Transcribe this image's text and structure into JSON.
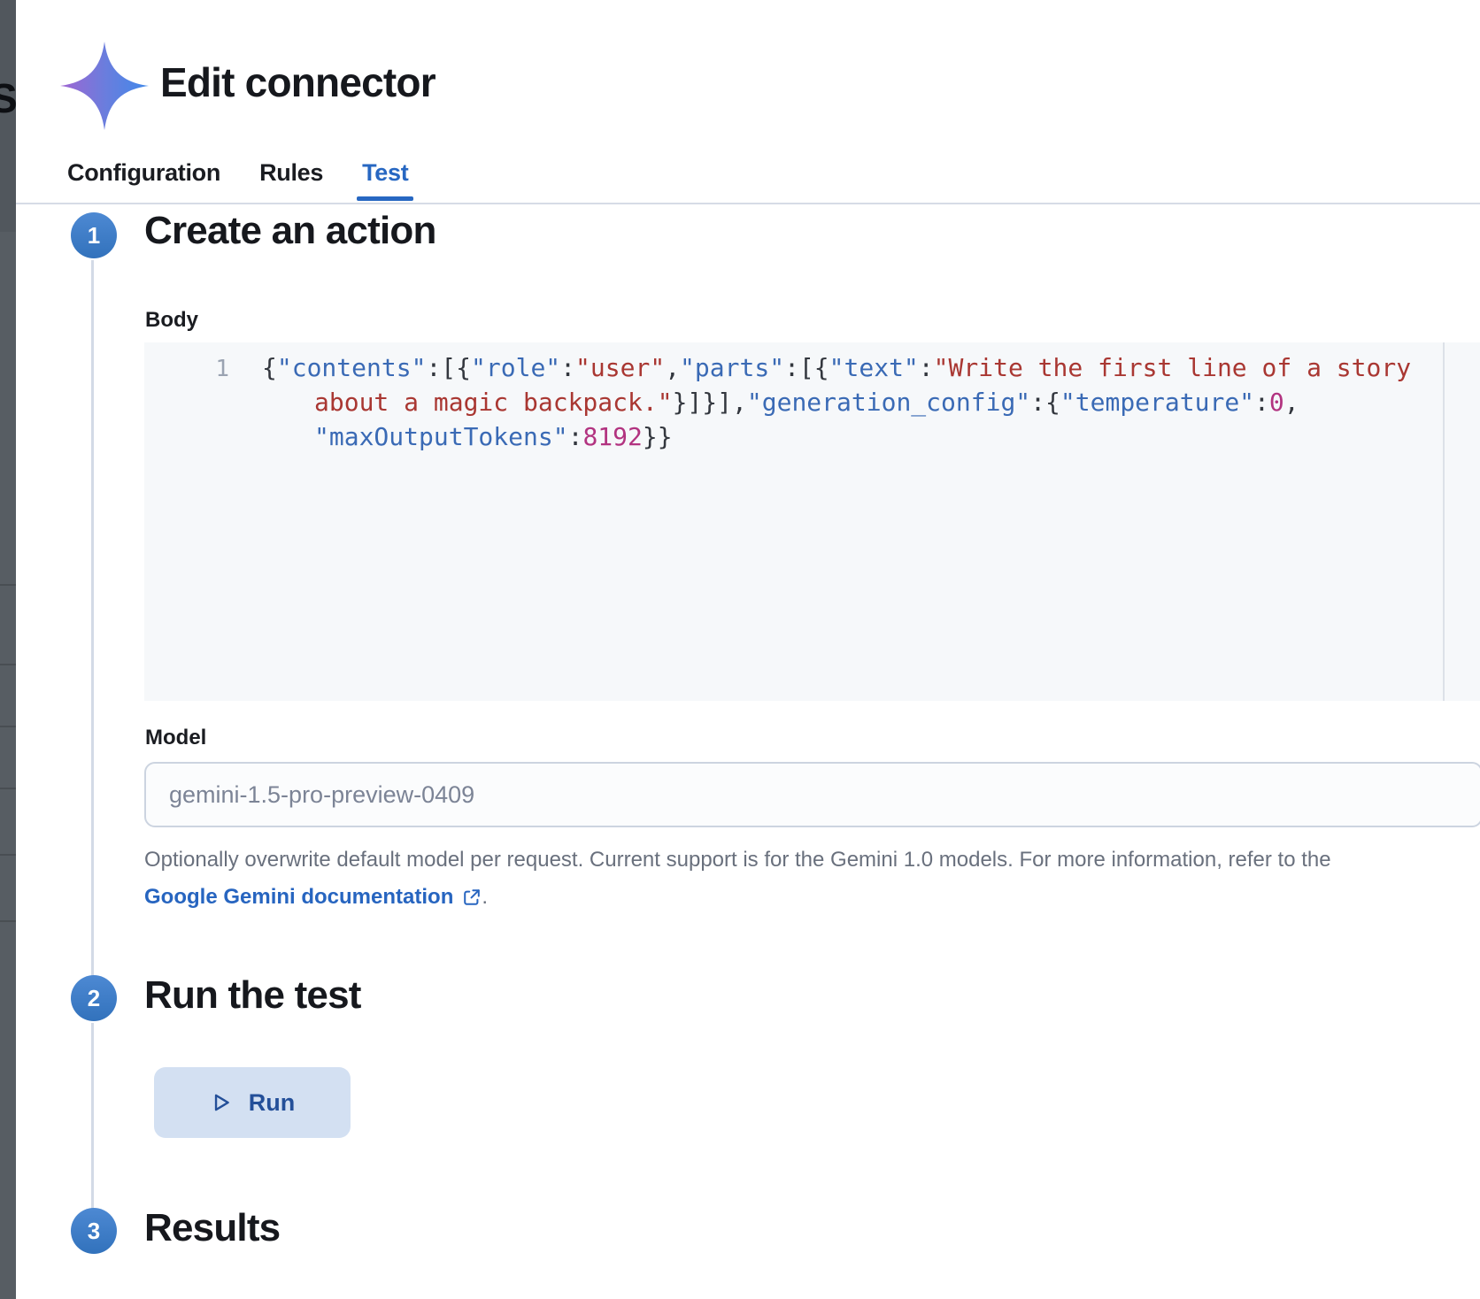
{
  "underlay": {
    "background_letter": "S"
  },
  "header": {
    "title": "Edit connector",
    "logo_icon": "gemini-sparkle-icon"
  },
  "tabs": [
    {
      "label": "Configuration",
      "active": false
    },
    {
      "label": "Rules",
      "active": false
    },
    {
      "label": "Test",
      "active": true
    }
  ],
  "steps": [
    {
      "number": "1",
      "title": "Create an action"
    },
    {
      "number": "2",
      "title": "Run the test"
    },
    {
      "number": "3",
      "title": "Results"
    }
  ],
  "body_editor": {
    "label": "Body",
    "line_number": "1",
    "code_raw": "{\"contents\":[{\"role\":\"user\",\"parts\":[{\"text\":\"Write the first line of a story about a magic backpack.\"}]}],\"generation_config\":{\"temperature\":0,\"maxOutputTokens\":8192}}",
    "lines": [
      {
        "indent": false,
        "tokens": [
          {
            "t": "{",
            "c": "punct"
          },
          {
            "t": "\"contents\"",
            "c": "key"
          },
          {
            "t": ":[{",
            "c": "punct"
          },
          {
            "t": "\"role\"",
            "c": "key"
          },
          {
            "t": ":",
            "c": "punct"
          },
          {
            "t": "\"user\"",
            "c": "str"
          },
          {
            "t": ",",
            "c": "punct"
          },
          {
            "t": "\"parts\"",
            "c": "key"
          },
          {
            "t": ":[{",
            "c": "punct"
          },
          {
            "t": "\"text\"",
            "c": "key"
          },
          {
            "t": ":",
            "c": "punct"
          },
          {
            "t": "\"Write the first line of a story",
            "c": "str"
          }
        ]
      },
      {
        "indent": true,
        "tokens": [
          {
            "t": "about a magic backpack.\"",
            "c": "str"
          },
          {
            "t": "}]}],",
            "c": "punct"
          },
          {
            "t": "\"generation_config\"",
            "c": "key"
          },
          {
            "t": ":{",
            "c": "punct"
          },
          {
            "t": "\"temperature\"",
            "c": "key"
          },
          {
            "t": ":",
            "c": "punct"
          },
          {
            "t": "0",
            "c": "num"
          },
          {
            "t": ",",
            "c": "punct"
          }
        ]
      },
      {
        "indent": true,
        "tokens": [
          {
            "t": "\"maxOutputTokens\"",
            "c": "key"
          },
          {
            "t": ":",
            "c": "punct"
          },
          {
            "t": "8192",
            "c": "num"
          },
          {
            "t": "}}",
            "c": "punct"
          }
        ]
      }
    ]
  },
  "model_field": {
    "label": "Model",
    "placeholder": "gemini-1.5-pro-preview-0409"
  },
  "help": {
    "line1": "Optionally overwrite default model per request. Current support is for the Gemini 1.0 models. For more information, refer to the",
    "link_label": "Google Gemini documentation",
    "link_icon": "popout-external-link-icon",
    "suffix": "."
  },
  "run": {
    "button_label": "Run",
    "button_icon": "play-icon"
  },
  "colors": {
    "primary_accent": "#2767c2",
    "step_circle_blue": "#3979c1",
    "tab_active": "#2767c2",
    "editor_background": "#f6f8fa",
    "code_key_blue": "#3a6ab5",
    "code_string_red": "#a93732",
    "code_number_magenta": "#b23380",
    "run_button_background": "#d3e0f2",
    "run_button_text": "#234f99",
    "link_blue": "#2765c0",
    "divider_gray": "#d3dae6",
    "overlay_strip_gray": "#575d63"
  }
}
